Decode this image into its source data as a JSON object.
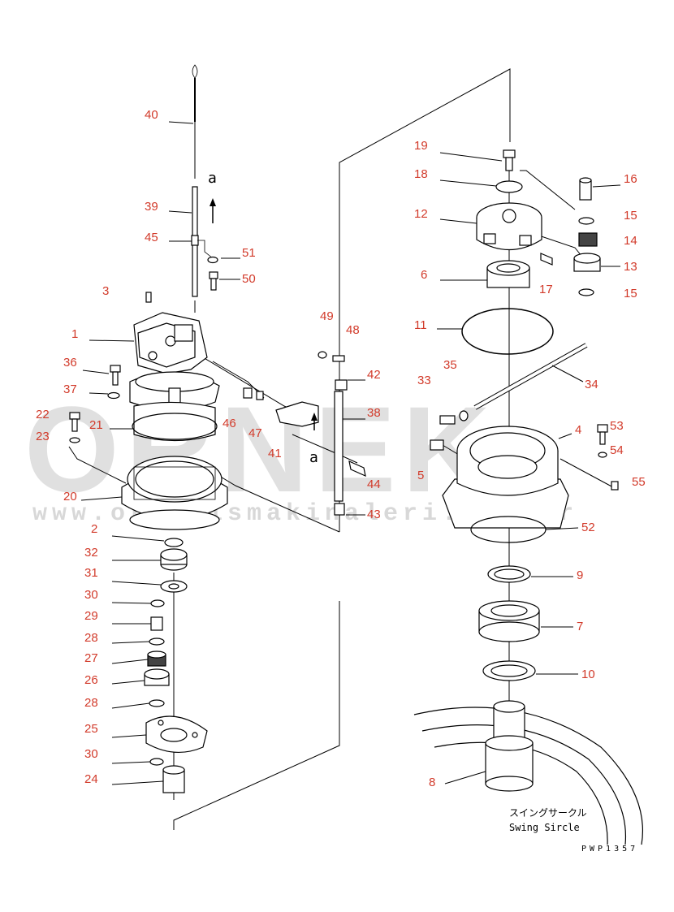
{
  "diagram": {
    "code": "PWP1357",
    "swing_circle_jp": "スイングサークル",
    "swing_circle_en": "Swing Sircle",
    "arrow_label": "a"
  },
  "watermark": {
    "text": "ORNEK",
    "url": "www.ornekismakinaleri.com.tr"
  },
  "colors": {
    "callout": "#d23a2a",
    "line": "#000000",
    "watermark": "#c8c8c8"
  },
  "callouts": [
    "40",
    "39",
    "45",
    "51",
    "50",
    "3",
    "1",
    "36",
    "37",
    "22",
    "23",
    "21",
    "20",
    "46",
    "47",
    "41",
    "49",
    "48",
    "42",
    "38",
    "44",
    "43",
    "2",
    "32",
    "31",
    "30",
    "29",
    "28",
    "27",
    "26",
    "28",
    "25",
    "30",
    "24",
    "19",
    "18",
    "12",
    "16",
    "15",
    "14",
    "13",
    "15",
    "17",
    "6",
    "11",
    "35",
    "33",
    "34",
    "4",
    "53",
    "54",
    "5",
    "55",
    "52",
    "9",
    "7",
    "10",
    "8"
  ]
}
